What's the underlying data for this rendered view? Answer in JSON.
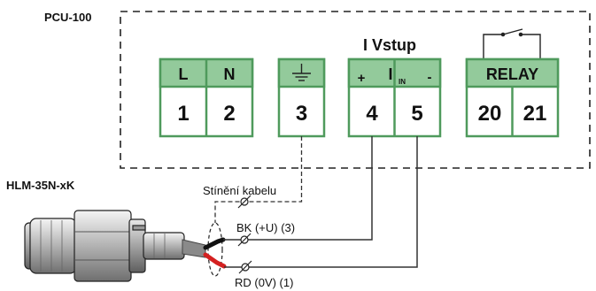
{
  "controller": {
    "name": "PCU-100",
    "input_title": "I Vstup",
    "groups": [
      {
        "id": "power",
        "headers": [
          "L",
          "N"
        ],
        "numbers": [
          "1",
          "2"
        ]
      },
      {
        "id": "ground",
        "headers": [
          "ground-symbol"
        ],
        "numbers": [
          "3"
        ]
      },
      {
        "id": "current-input",
        "header_plus": "+",
        "header_label": "I",
        "header_sub": "IN",
        "header_minus": "-",
        "numbers": [
          "4",
          "5"
        ]
      },
      {
        "id": "relay",
        "headers": [
          "RELAY"
        ],
        "numbers": [
          "20",
          "21"
        ]
      }
    ]
  },
  "sensor": {
    "name": "HLM-35N-xK"
  },
  "wires": {
    "shield": "Stínění kabelu",
    "bk": "BK (+U) (3)",
    "rd": "RD (0V) (1)"
  },
  "colors": {
    "terminal_header": "#93ca9b",
    "terminal_border": "#4f9a5c",
    "red_wire": "#d42020",
    "cable_gray": "#8a8a8a",
    "sensor_gray": "#b5b5b5"
  },
  "icons": [
    "ground-icon",
    "relay-contact-icon",
    "crossed-circle-icon"
  ]
}
